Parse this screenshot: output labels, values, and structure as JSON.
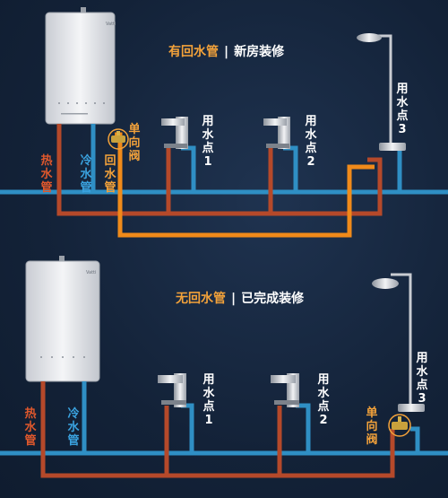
{
  "colors": {
    "background": "#14233a",
    "hot": "#b5492a",
    "cold": "#2f8fc4",
    "return": "#f08a1a",
    "accent": "#f3a23a",
    "white": "#ffffff"
  },
  "top": {
    "title_a": "有回水管",
    "title_b": "新房装修",
    "heater_brand": "Vatti",
    "labels": {
      "hot_pipe": "热水管",
      "cold_pipe": "冷水管",
      "return_pipe": "回水管",
      "check_valve": "单向阀",
      "point1": "用水点1",
      "point2": "用水点2",
      "point3": "用水点3"
    }
  },
  "bottom": {
    "title_a": "无回水管",
    "title_b": "已完成装修",
    "heater_brand": "Vatti",
    "labels": {
      "hot_pipe": "热水管",
      "cold_pipe": "冷水管",
      "check_valve": "单向阀",
      "point1": "用水点1",
      "point2": "用水点2",
      "point3": "用水点3"
    }
  }
}
